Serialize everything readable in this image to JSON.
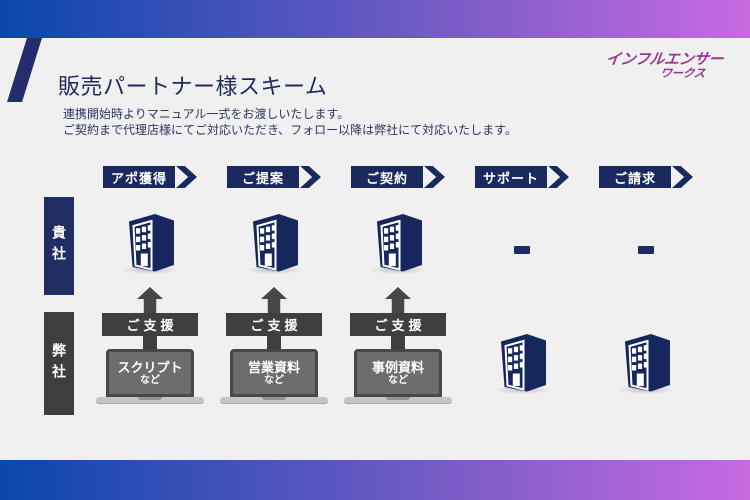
{
  "slide": {
    "title": "販売パートナー様スキーム",
    "description_line1": "連携開始時よりマニュアル一式をお渡しいたします。",
    "description_line2": "ご契約まで代理店様にてご対応いただき、フォロー以降は弊社にて対応いたします。"
  },
  "logo": {
    "line1": "インフルエンサー",
    "line2": "ワークス"
  },
  "flow_steps": [
    "アポ獲得",
    "ご提案",
    "ご契約",
    "サポート",
    "ご請求"
  ],
  "rows": {
    "partner_label": "貴社",
    "company_label": "弊社",
    "dash_symbol": "-"
  },
  "support": {
    "label": "ご支援",
    "deliverables": [
      {
        "title": "スクリプト",
        "suffix": "など"
      },
      {
        "title": "営業資料",
        "suffix": "など"
      },
      {
        "title": "事例資料",
        "suffix": "など"
      }
    ]
  },
  "colors": {
    "navy": "#1b2a5e",
    "dark_gray": "#3f3f3f",
    "gradient_blue": "#0947ac",
    "gradient_purple": "#c76ae0",
    "logo_purple": "#9c3493",
    "background": "#f0f0f1"
  }
}
